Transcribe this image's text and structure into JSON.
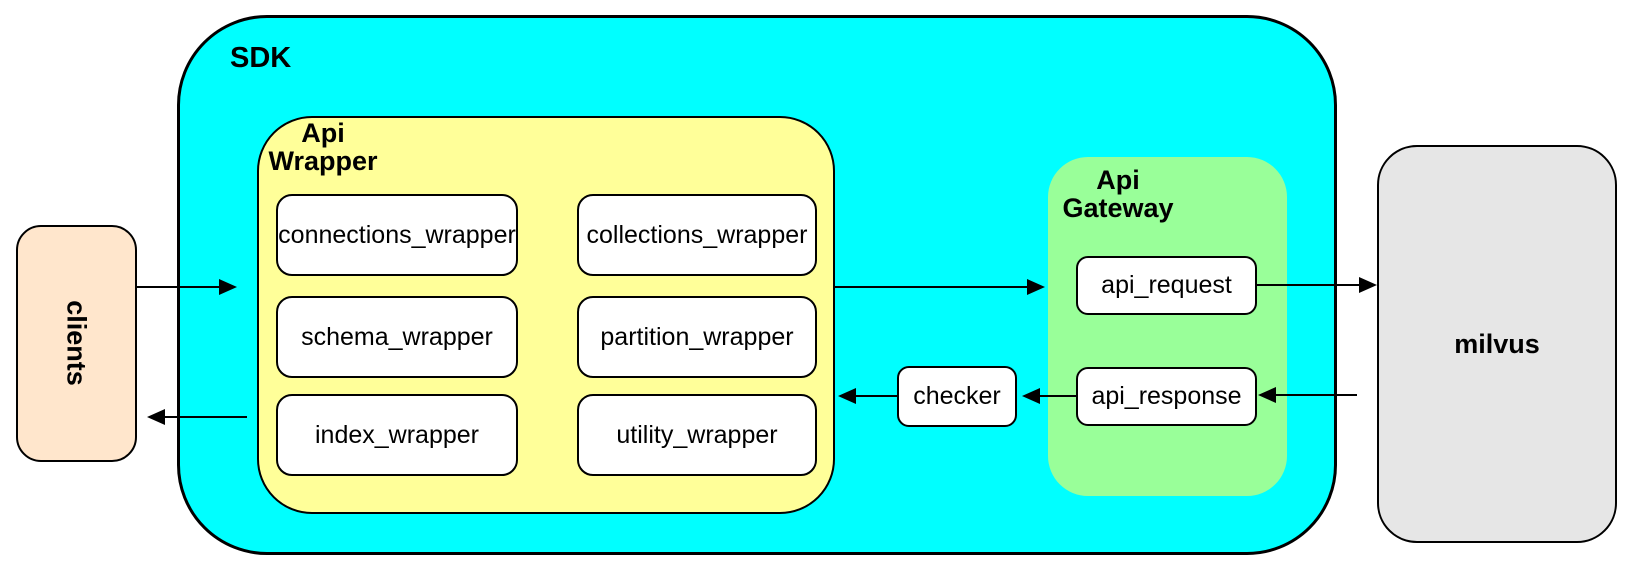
{
  "colors": {
    "sdk_fill": "#00FFFF",
    "wrapper_fill": "#FFFF99",
    "gateway_fill": "#99FF99",
    "clients_fill": "#FFE6CC",
    "milvus_fill": "#E6E6E6",
    "node_fill": "#FFFFFF",
    "stroke": "#000000",
    "canvas": "#FFFFFF"
  },
  "nodes": {
    "clients": {
      "label": "clients"
    },
    "sdk": {
      "label": "SDK"
    },
    "api_wrapper": {
      "line1": "Api",
      "line2": "Wrapper"
    },
    "api_gateway": {
      "line1": "Api",
      "line2": "Gateway"
    },
    "milvus": {
      "label": "milvus"
    },
    "checker": {
      "label": "checker"
    },
    "api_request": {
      "label": "api_request"
    },
    "api_response": {
      "label": "api_response"
    },
    "wrapper_boxes": [
      "connections_wrapper",
      "collections_wrapper",
      "schema_wrapper",
      "partition_wrapper",
      "index_wrapper",
      "utility_wrapper"
    ]
  },
  "edges": [
    {
      "from": "clients",
      "to": "sdk",
      "direction": "right"
    },
    {
      "from": "api_wrapper",
      "to": "api_gateway",
      "direction": "right"
    },
    {
      "from": "api_request",
      "to": "milvus",
      "direction": "right"
    },
    {
      "from": "milvus",
      "to": "api_response",
      "direction": "left"
    },
    {
      "from": "api_response",
      "to": "checker",
      "direction": "left"
    },
    {
      "from": "checker",
      "to": "api_wrapper",
      "direction": "left"
    },
    {
      "from": "api_wrapper",
      "to": "clients",
      "direction": "left"
    }
  ]
}
